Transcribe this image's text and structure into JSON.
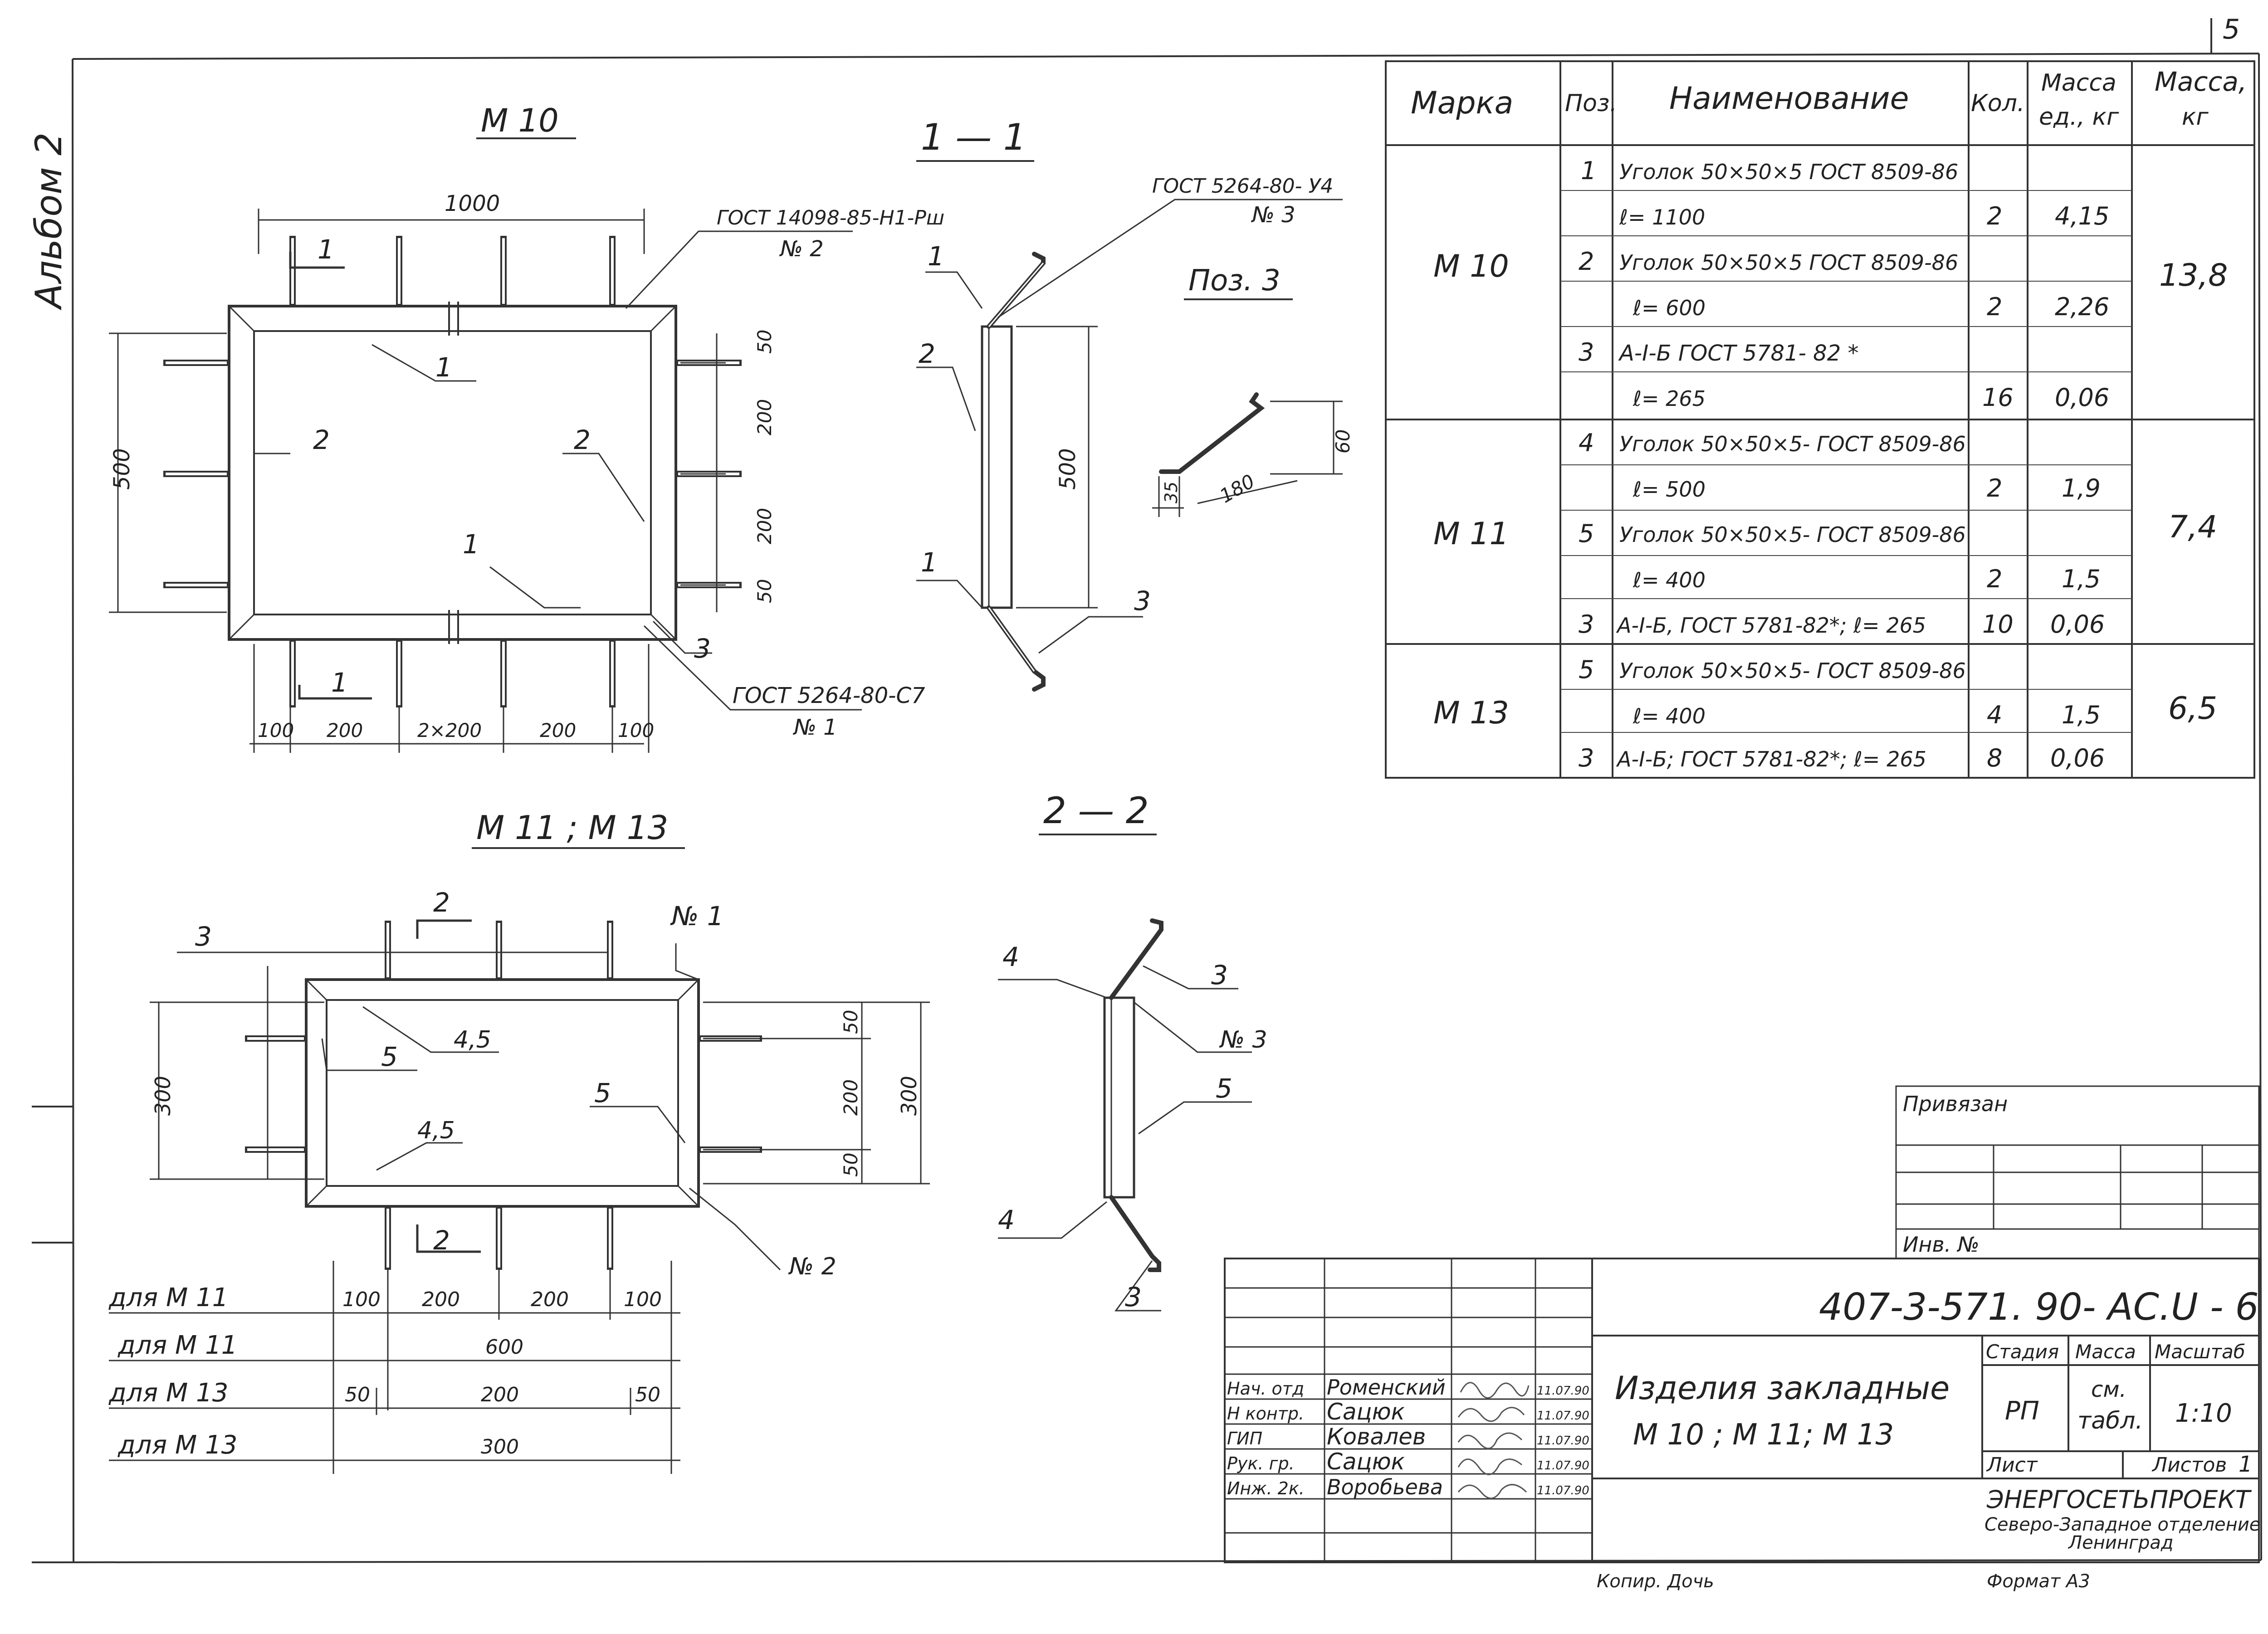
{
  "album": "Альбом 2",
  "sheet_number": "5",
  "views": {
    "m10": "М 10",
    "sec11": "1 — 1",
    "pos3": "Поз. 3",
    "m11m13": "М 11 ; М 13",
    "sec22": "2 — 2"
  },
  "callouts": {
    "gost14098": "ГОСТ 14098-85-Н1-Рш",
    "n2": "№ 2",
    "gost5264_u4": "ГОСТ 5264-80- У4",
    "n3": "№ 3",
    "gost5264_c7": "ГОСТ 5264-80-С7",
    "n1": "№ 1",
    "n1_b": "№ 1",
    "n3_b": "№ 3",
    "n2_b": "№ 2"
  },
  "leaders": {
    "p1": "1",
    "p2": "2",
    "p3": "3",
    "p4": "4",
    "p5": "5",
    "p45": "4,5"
  },
  "dims": {
    "d1000": "1000",
    "d500": "500",
    "d50": "50",
    "d200": "200",
    "d100": "100",
    "d2x200": "2×200",
    "d60": "60",
    "d35": "35",
    "d180": "180",
    "d300": "300",
    "d600": "600"
  },
  "dim_rows": [
    {
      "label": "для  М 11"
    },
    {
      "label": "для  М 11"
    },
    {
      "label": "для  М 13"
    },
    {
      "label": "для  М 13"
    }
  ],
  "spec_table": {
    "headers": [
      "Марка",
      "Поз.",
      "Наименование",
      "Кол.",
      "Масса ед., кг",
      "Масса, кг"
    ],
    "header_mass_unit": [
      "Масса",
      "ед., кг"
    ],
    "header_mass_total": [
      "Масса,",
      "кг"
    ],
    "groups": [
      {
        "mark": "М 10",
        "total": "13,8"
      },
      {
        "mark": "М 11",
        "total": "7,4"
      },
      {
        "mark": "М 13",
        "total": "6,5"
      }
    ],
    "rows": [
      {
        "pos": "1",
        "name": "Уголок 50×50×5 ГОСТ 8509-86",
        "qty": "",
        "mass": ""
      },
      {
        "pos": "",
        "name": "ℓ= 1100",
        "qty": "2",
        "mass": "4,15"
      },
      {
        "pos": "2",
        "name": "Уголок 50×50×5 ГОСТ 8509-86",
        "qty": "",
        "mass": ""
      },
      {
        "pos": "",
        "name": "ℓ= 600",
        "qty": "2",
        "mass": "2,26"
      },
      {
        "pos": "3",
        "name": "А-I-Б  ГОСТ  5781- 82 *",
        "qty": "",
        "mass": ""
      },
      {
        "pos": "",
        "name": "ℓ= 265",
        "qty": "16",
        "mass": "0,06"
      },
      {
        "pos": "4",
        "name": "Уголок 50×50×5- ГОСТ 8509-86",
        "qty": "",
        "mass": ""
      },
      {
        "pos": "",
        "name": "ℓ= 500",
        "qty": "2",
        "mass": "1,9"
      },
      {
        "pos": "5",
        "name": "Уголок 50×50×5- ГОСТ 8509-86",
        "qty": "",
        "mass": ""
      },
      {
        "pos": "",
        "name": "ℓ= 400",
        "qty": "2",
        "mass": "1,5"
      },
      {
        "pos": "3",
        "name": "А-I-Б, ГОСТ 5781-82*; ℓ= 265",
        "qty": "10",
        "mass": "0,06"
      },
      {
        "pos": "5",
        "name": "Уголок 50×50×5- ГОСТ 8509-86",
        "qty": "",
        "mass": ""
      },
      {
        "pos": "",
        "name": "ℓ= 400",
        "qty": "4",
        "mass": "1,5"
      },
      {
        "pos": "3",
        "name": "А-I-Б; ГОСТ 5781-82*;  ℓ= 265",
        "qty": "8",
        "mass": "0,06"
      }
    ]
  },
  "binding_box": {
    "label": "Привязан",
    "inv": "Инв. №"
  },
  "title_block": {
    "doc_code": "407-3-571. 90- АС.U - 6",
    "title_line1": "Изделия   закладные",
    "title_line2": "М 10 ; М 11;  М 13",
    "stage_h": "Стадия",
    "mass_h": "Масса",
    "scale_h": "Масштаб",
    "stage": "РП",
    "mass_1": "см.",
    "mass_2": "табл.",
    "scale": "1:10",
    "sheet_h": "Лист",
    "sheets_h": "Листов",
    "sheets": "1",
    "org1": "ЭНЕРГОСЕТЬПРОЕКТ",
    "org2": "Северо-Западное отделение",
    "org3": "Ленинград",
    "people": [
      {
        "role": "Нач. отд",
        "name": "Роменский",
        "date": "11.07.90"
      },
      {
        "role": "Н контр.",
        "name": "Сацюк",
        "date": "11.07.90"
      },
      {
        "role": "ГИП",
        "name": "Ковалев",
        "date": "11.07.90"
      },
      {
        "role": "Рук. гр.",
        "name": "Сацюк",
        "date": "11.07.90"
      },
      {
        "role": "Инж. 2к.",
        "name": "Воробьева",
        "date": "11.07.90"
      }
    ],
    "copied": "Копир. Дочь",
    "format": "Формат  А3"
  }
}
